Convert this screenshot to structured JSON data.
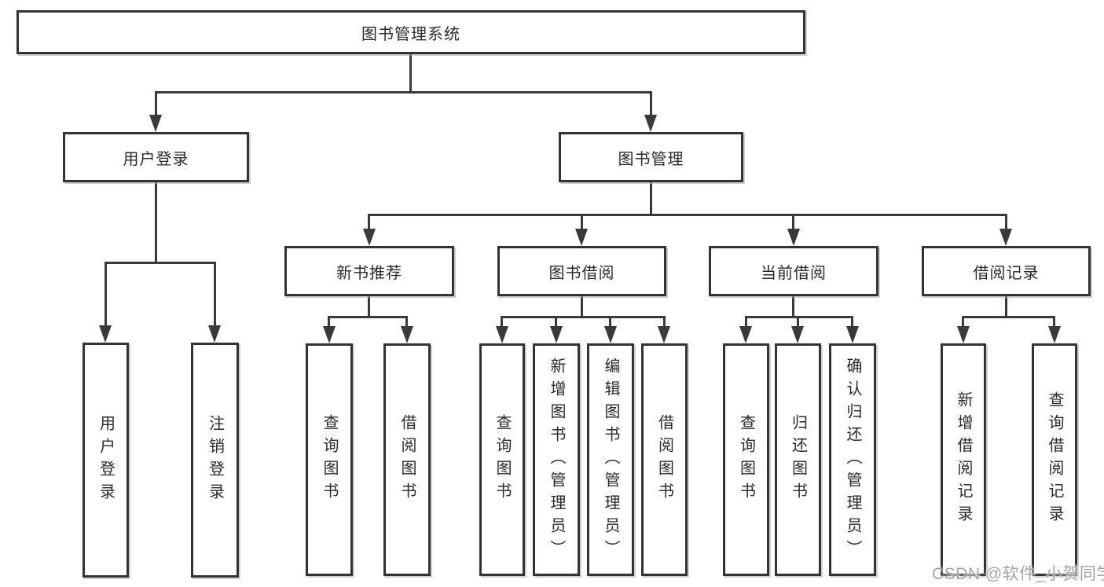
{
  "diagram_title": "图书管理系统",
  "colors": {
    "line": "#3a3a3a",
    "box_border": "#333333",
    "text": "#2a2a2a",
    "watermark": "#a4a4a4",
    "background": "#ffffff"
  },
  "nodes": {
    "root": "图书管理系统",
    "user_login": "用户登录",
    "book_management": "图书管理",
    "new_book_recommend": "新书推荐",
    "book_borrowing": "图书借阅",
    "current_borrowing": "当前借阅",
    "borrowing_records": "借阅记录",
    "leaf_user_login": "用户登录",
    "leaf_logout": "注销登录",
    "leaf_nbr_query_books": "查询图书",
    "leaf_nbr_borrow_books": "借阅图书",
    "leaf_bb_query_books": "查询图书",
    "leaf_bb_add_books": "新增图书（管理员）",
    "leaf_bb_edit_books": "编辑图书（管理员）",
    "leaf_bb_borrow_books": "借阅图书",
    "leaf_cb_query_books": "查询图书",
    "leaf_cb_return_books": "归还图书",
    "leaf_cb_confirm_return": "确认归还（管理员）",
    "leaf_br_add_record": "新增借阅记录",
    "leaf_br_query_record": "查询借阅记录"
  },
  "hierarchy": {
    "图书管理系统": [
      "用户登录",
      "图书管理"
    ],
    "用户登录": [
      "用户登录",
      "注销登录"
    ],
    "图书管理": [
      "新书推荐",
      "图书借阅",
      "当前借阅",
      "借阅记录"
    ],
    "新书推荐": [
      "查询图书",
      "借阅图书"
    ],
    "图书借阅": [
      "查询图书",
      "新增图书（管理员）",
      "编辑图书（管理员）",
      "借阅图书"
    ],
    "当前借阅": [
      "查询图书",
      "归还图书",
      "确认归还（管理员）"
    ],
    "借阅记录": [
      "新增借阅记录",
      "查询借阅记录"
    ]
  },
  "watermark": {
    "text": "CSDN @软件_小贺同学"
  }
}
